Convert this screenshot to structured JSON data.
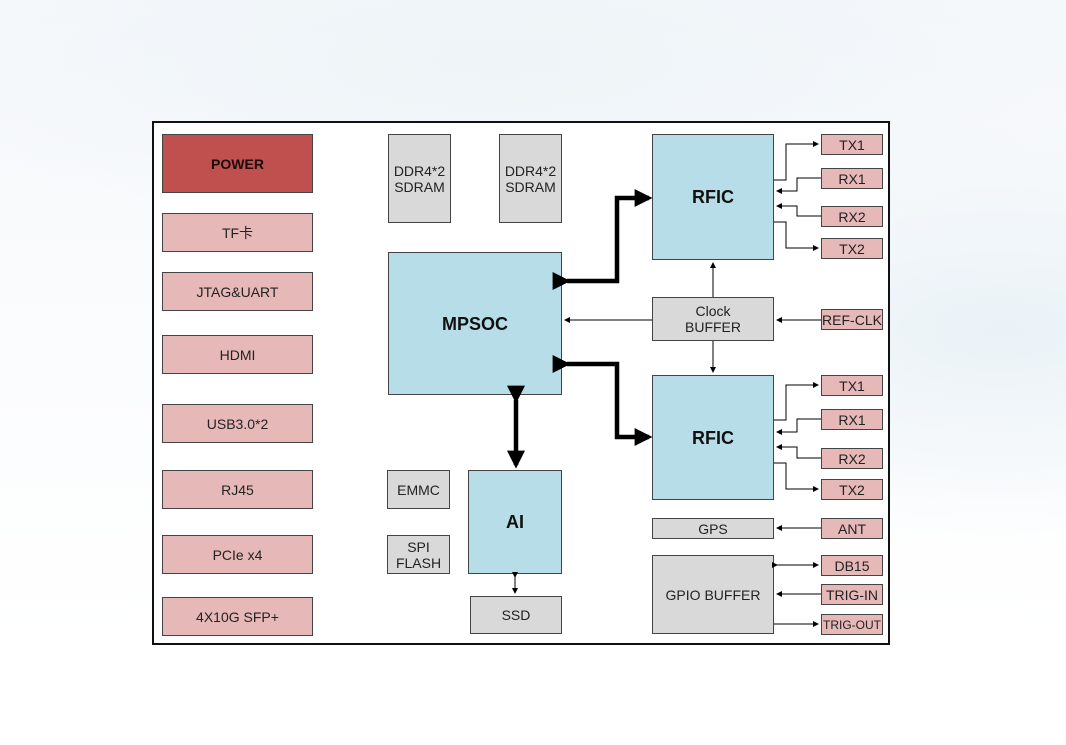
{
  "left_column": [
    "POWER",
    "TF卡",
    "JTAG&UART",
    "HDMI",
    "USB3.0*2",
    "RJ45",
    "PCIe x4",
    "4X10G SFP+"
  ],
  "memory": [
    "DDR4*2\nSDRAM",
    "DDR4*2\nSDRAM"
  ],
  "core": {
    "mpsoc": "MPSOC",
    "ai": "AI",
    "emmc": "EMMC",
    "spi_flash": "SPI\nFLASH",
    "ssd": "SSD"
  },
  "rf": {
    "rfic_top": "RFIC",
    "rfic_bottom": "RFIC",
    "clock_buffer": "Clock\nBUFFER",
    "gps": "GPS",
    "gpio_buffer": "GPIO BUFFER"
  },
  "ports": {
    "top": [
      "TX1",
      "RX1",
      "RX2",
      "TX2"
    ],
    "ref_clk": "REF-CLK",
    "bottom": [
      "TX1",
      "RX1",
      "RX2",
      "TX2"
    ],
    "ant": "ANT",
    "gpio": [
      "DB15",
      "TRIG-IN",
      "TRIG-OUT"
    ]
  },
  "colors": {
    "power": "#c0504d",
    "peripheral": "#e6b9b8",
    "chip": "#b7dee8",
    "support": "#d9d9d9"
  }
}
